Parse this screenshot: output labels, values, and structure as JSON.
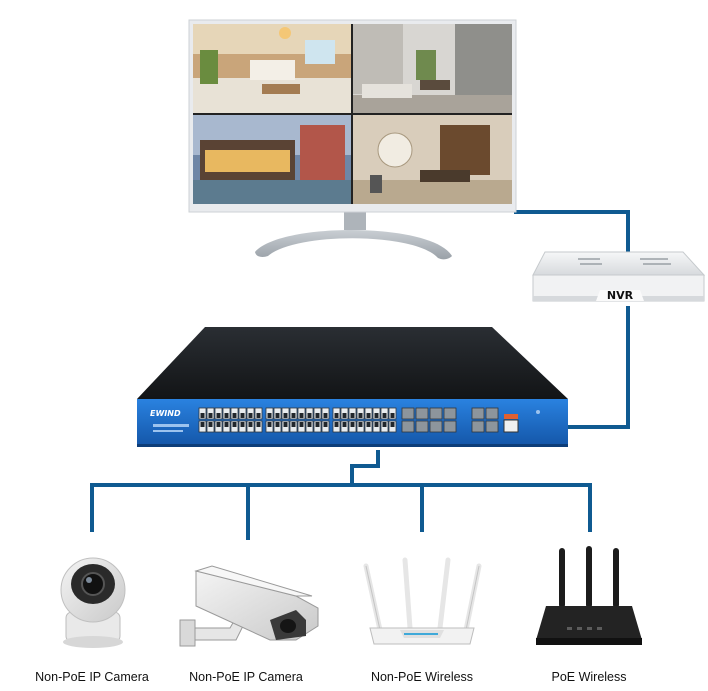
{
  "nvr": {
    "label": "NVR"
  },
  "switch": {
    "brand": "EWIND"
  },
  "devices": [
    {
      "name": "Non-PoE IP Camera",
      "icon": "dome-camera-icon"
    },
    {
      "name": "Non-PoE IP Camera",
      "icon": "bullet-camera-icon"
    },
    {
      "name": "Non-PoE Wireless",
      "icon": "wireless-router-icon"
    },
    {
      "name": "PoE Wireless",
      "icon": "poe-router-icon"
    }
  ],
  "colors": {
    "cable": "#0f5a91",
    "switch_front": "#1e6fd0",
    "switch_top": "#1c1f22",
    "monitor_frame": "#e9ebee"
  }
}
